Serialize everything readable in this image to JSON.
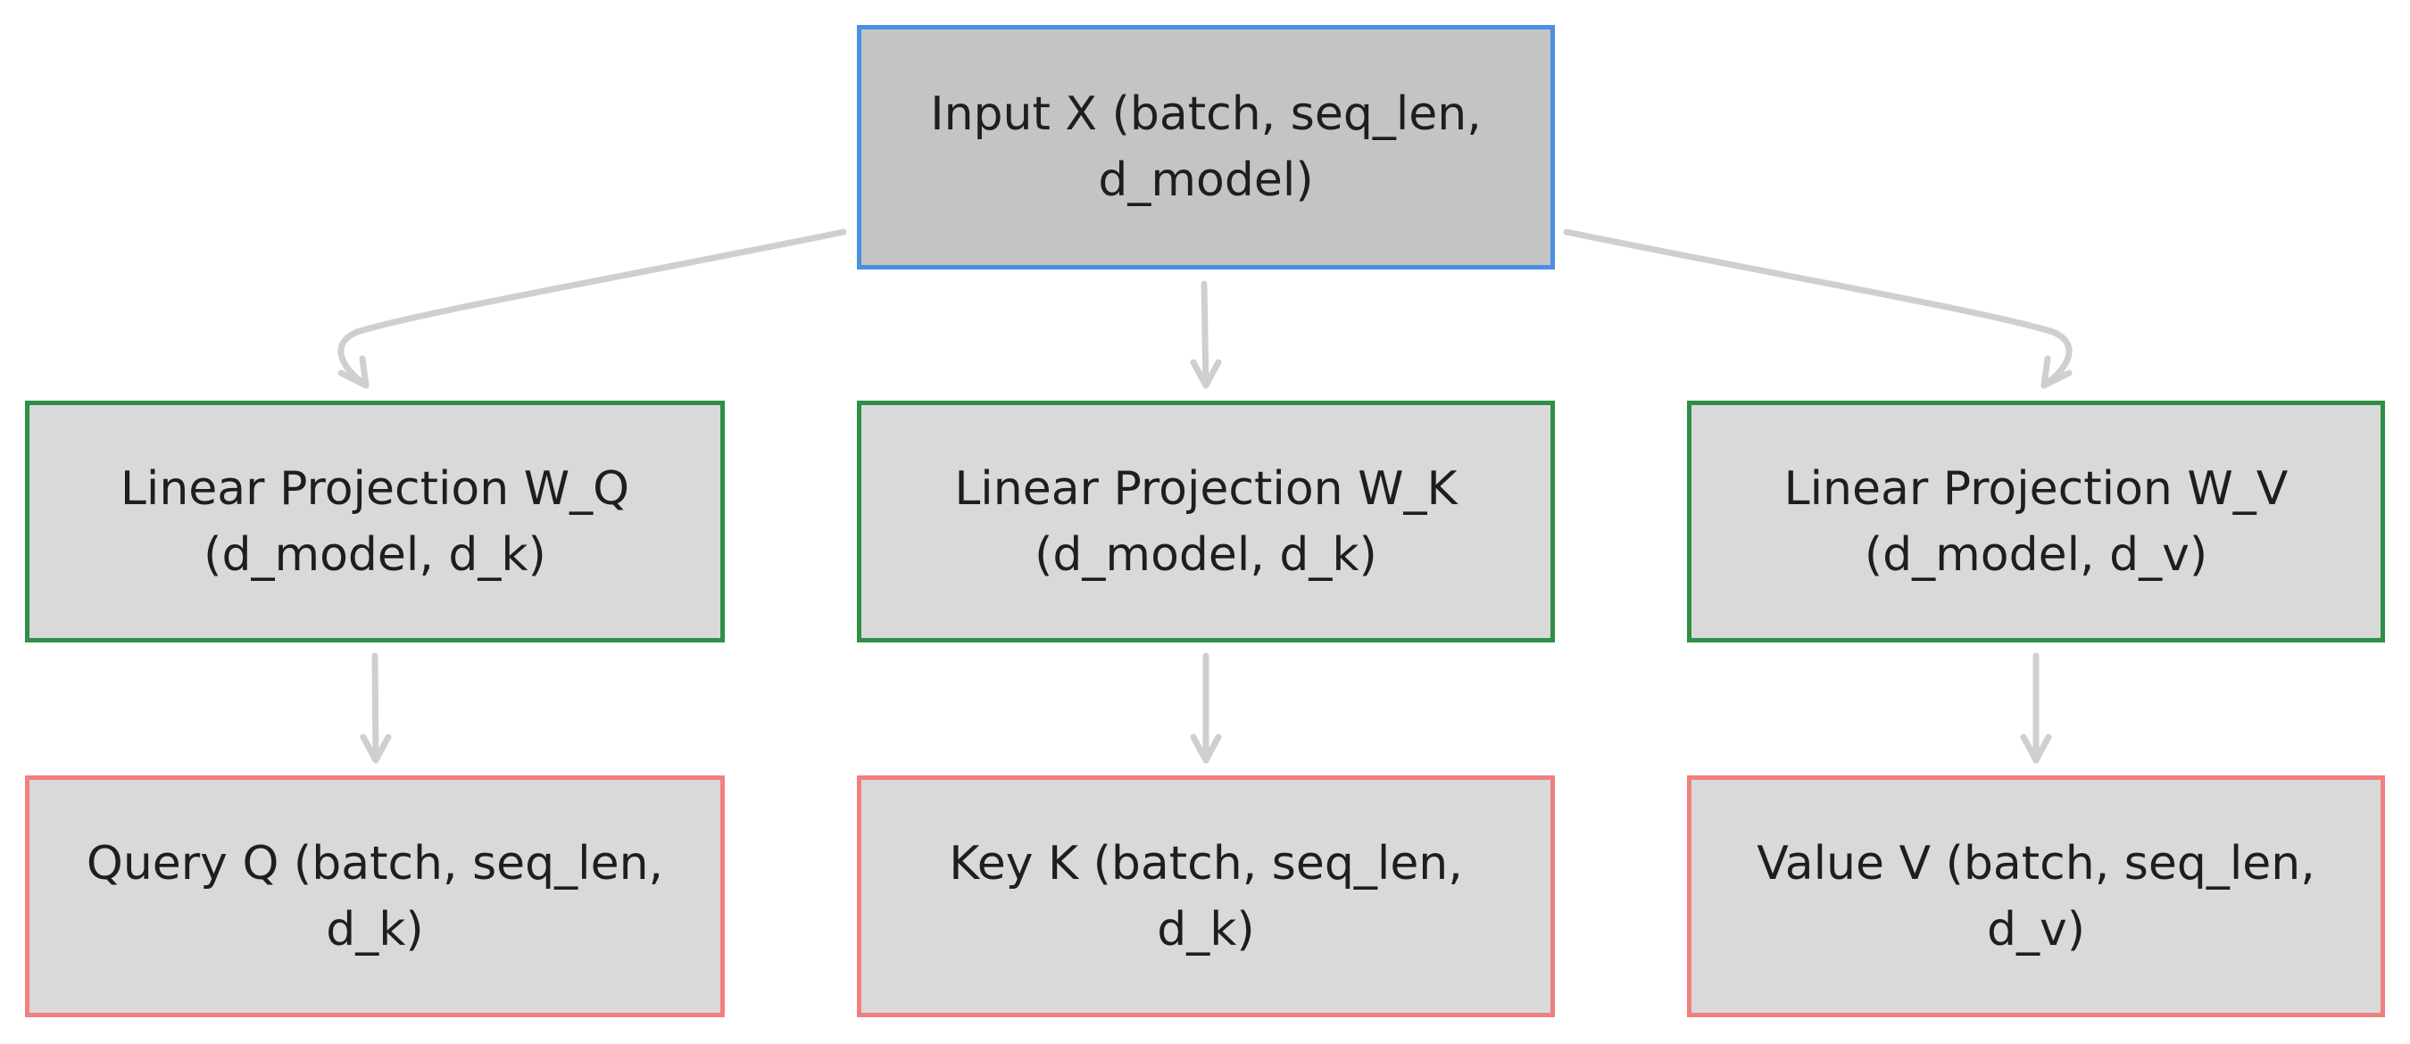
{
  "colors": {
    "input_fill": "#c4c4c4",
    "input_border": "#4a90e2",
    "projection_fill": "#d9d9d9",
    "projection_border": "#2f8f46",
    "output_fill": "#d9d9d9",
    "output_border": "#f08080",
    "arrow": "#cfcfcf"
  },
  "nodes": {
    "input": {
      "label": "Input X (batch, seq_len,\nd_model)"
    },
    "proj_q": {
      "label": "Linear Projection W_Q\n(d_model, d_k)"
    },
    "proj_k": {
      "label": "Linear Projection W_K\n(d_model, d_k)"
    },
    "proj_v": {
      "label": "Linear Projection W_V\n(d_model, d_v)"
    },
    "query": {
      "label": "Query Q (batch, seq_len,\nd_k)"
    },
    "key": {
      "label": "Key K (batch, seq_len,\nd_k)"
    },
    "value": {
      "label": "Value V (batch, seq_len,\nd_v)"
    }
  },
  "edges": [
    {
      "from": "input",
      "to": "proj_q"
    },
    {
      "from": "input",
      "to": "proj_k"
    },
    {
      "from": "input",
      "to": "proj_v"
    },
    {
      "from": "proj_q",
      "to": "query"
    },
    {
      "from": "proj_k",
      "to": "key"
    },
    {
      "from": "proj_v",
      "to": "value"
    }
  ]
}
